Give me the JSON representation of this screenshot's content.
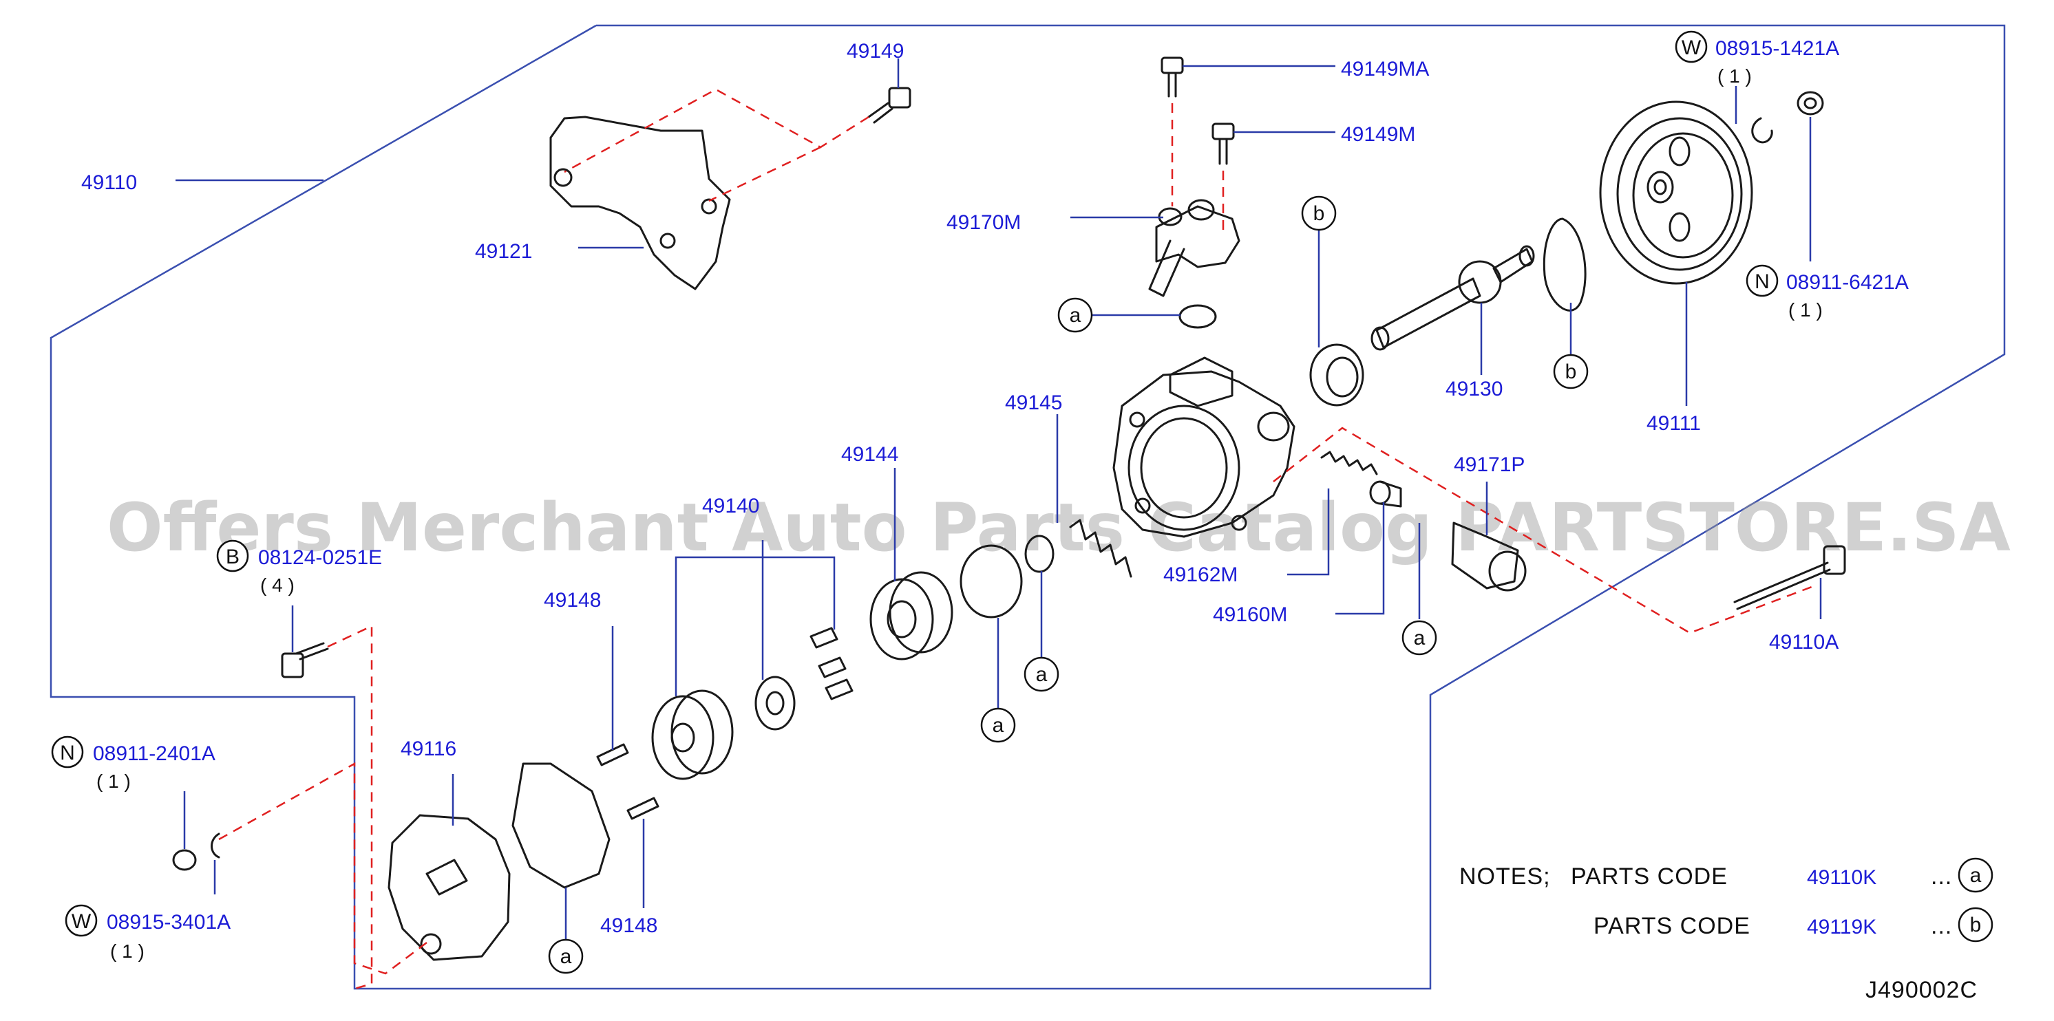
{
  "labels": {
    "p49149": "49149",
    "p49149ma": "49149MA",
    "p49149m": "49149M",
    "p49170m": "49170M",
    "p49110": "49110",
    "p49121": "49121",
    "p49130": "49130",
    "p49111": "49111",
    "p49145": "49145",
    "p49171p": "49171P",
    "p49144": "49144",
    "p49140": "49140",
    "p49162m": "49162M",
    "p49160m": "49160M",
    "p49110a": "49110A",
    "p49148a": "49148",
    "p49148b": "49148",
    "p49116": "49116",
    "w_top": "08915-1421A",
    "n_right": "08911-6421A",
    "b_left": "08124-0251E",
    "n_left": "08911-2401A",
    "w_left": "08915-3401A"
  },
  "prefixes": {
    "w": "W",
    "n": "N",
    "b": "B"
  },
  "counts": {
    "c1": "( 1 )",
    "c4": "( 4 )"
  },
  "refs": {
    "a": "a",
    "b": "b"
  },
  "notes": {
    "line1_prefix": "NOTES;",
    "parts_code": "PARTS  CODE",
    "code_a": "49110K",
    "code_b": "49119K",
    "ellipsis": "..."
  },
  "footer_code": "J490002C",
  "watermark": "Offers Merchant Auto Parts Catalog PARTSTORE.SA"
}
